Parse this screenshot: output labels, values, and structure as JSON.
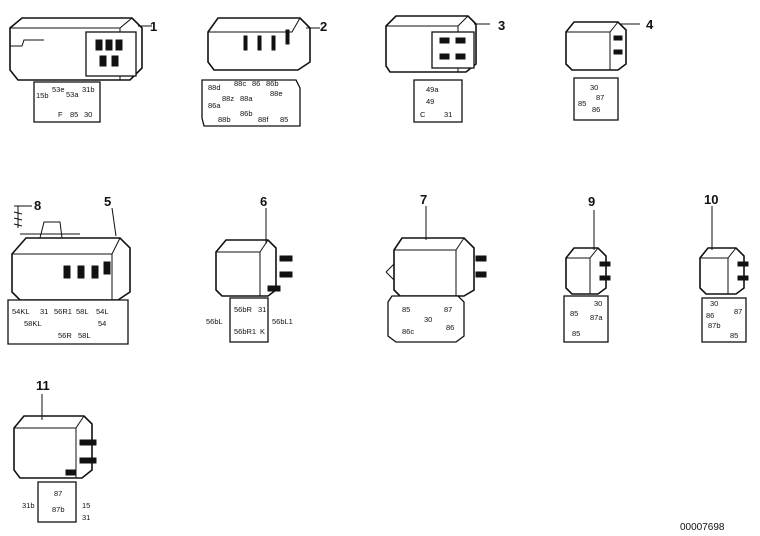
{
  "catalog_number": "00007698",
  "relays": [
    {
      "number": "1",
      "pins": [
        "15b",
        "53e",
        "53a",
        "31b",
        "F",
        "85",
        "30"
      ]
    },
    {
      "number": "2",
      "pins": [
        "88d",
        "88c",
        "86",
        "86b",
        "88z",
        "88a",
        "88e",
        "86a",
        "88b",
        "88f",
        "86b",
        "85"
      ]
    },
    {
      "number": "3",
      "pins": [
        "49a",
        "49",
        "C",
        "31"
      ]
    },
    {
      "number": "4",
      "pins": [
        "30",
        "87",
        "85",
        "86"
      ]
    },
    {
      "number": "5",
      "pins": [
        "54KL",
        "31",
        "56R1",
        "58L",
        "54L",
        "58KL",
        "56R",
        "58L",
        "54"
      ]
    },
    {
      "number": "6",
      "pins": [
        "56bL",
        "56bR",
        "31",
        "56bL1",
        "56bR1",
        "K"
      ]
    },
    {
      "number": "7",
      "pins": [
        "85",
        "87",
        "30",
        "86c",
        "86"
      ]
    },
    {
      "number": "8",
      "pins": []
    },
    {
      "number": "9",
      "pins": [
        "30",
        "85",
        "87a",
        "85"
      ]
    },
    {
      "number": "10",
      "pins": [
        "30",
        "86",
        "87",
        "87b",
        "85"
      ]
    },
    {
      "number": "11",
      "pins": [
        "31b",
        "87",
        "87b",
        "15",
        "31"
      ]
    }
  ]
}
